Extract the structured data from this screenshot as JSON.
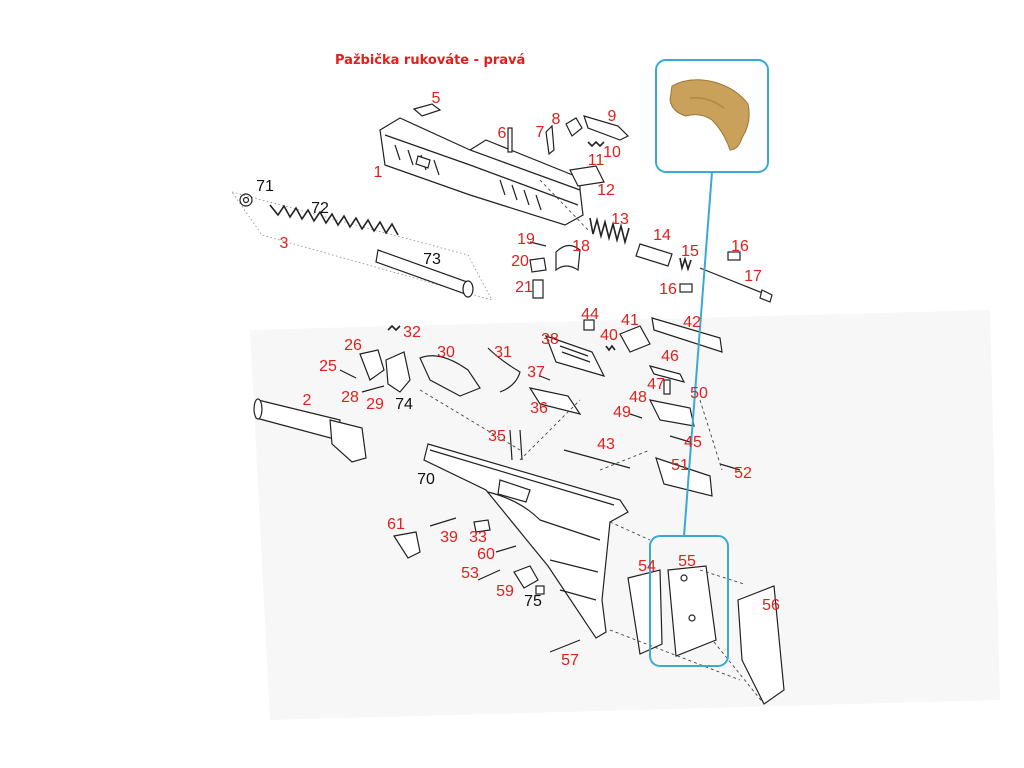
{
  "title": "Pažbička rukováte - pravá",
  "colors": {
    "label_red": "#e0201c",
    "label_black": "#111111",
    "highlight": "#3aa9d6",
    "part_photo": "#c9a15a"
  },
  "labels": [
    {
      "id": "5",
      "c": "red"
    },
    {
      "id": "6",
      "c": "red"
    },
    {
      "id": "7",
      "c": "red"
    },
    {
      "id": "8",
      "c": "red"
    },
    {
      "id": "9",
      "c": "red"
    },
    {
      "id": "10",
      "c": "red"
    },
    {
      "id": "11",
      "c": "red"
    },
    {
      "id": "12",
      "c": "red"
    },
    {
      "id": "1",
      "c": "red"
    },
    {
      "id": "71",
      "c": "black"
    },
    {
      "id": "72",
      "c": "black"
    },
    {
      "id": "3",
      "c": "red"
    },
    {
      "id": "73",
      "c": "black"
    },
    {
      "id": "13",
      "c": "red"
    },
    {
      "id": "14",
      "c": "red"
    },
    {
      "id": "15",
      "c": "red"
    },
    {
      "id": "16",
      "c": "red"
    },
    {
      "id": "17",
      "c": "red"
    },
    {
      "id": "16",
      "c": "red"
    },
    {
      "id": "18",
      "c": "red"
    },
    {
      "id": "19",
      "c": "red"
    },
    {
      "id": "20",
      "c": "red"
    },
    {
      "id": "21",
      "c": "red"
    },
    {
      "id": "44",
      "c": "red"
    },
    {
      "id": "41",
      "c": "red"
    },
    {
      "id": "42",
      "c": "red"
    },
    {
      "id": "40",
      "c": "red"
    },
    {
      "id": "38",
      "c": "red"
    },
    {
      "id": "32",
      "c": "red"
    },
    {
      "id": "26",
      "c": "red"
    },
    {
      "id": "30",
      "c": "red"
    },
    {
      "id": "31",
      "c": "red"
    },
    {
      "id": "25",
      "c": "red"
    },
    {
      "id": "28",
      "c": "red"
    },
    {
      "id": "29",
      "c": "red"
    },
    {
      "id": "74",
      "c": "black"
    },
    {
      "id": "37",
      "c": "red"
    },
    {
      "id": "36",
      "c": "red"
    },
    {
      "id": "46",
      "c": "red"
    },
    {
      "id": "47",
      "c": "red"
    },
    {
      "id": "48",
      "c": "red"
    },
    {
      "id": "50",
      "c": "red"
    },
    {
      "id": "49",
      "c": "red"
    },
    {
      "id": "2",
      "c": "red"
    },
    {
      "id": "35",
      "c": "red"
    },
    {
      "id": "43",
      "c": "red"
    },
    {
      "id": "45",
      "c": "red"
    },
    {
      "id": "51",
      "c": "red"
    },
    {
      "id": "52",
      "c": "red"
    },
    {
      "id": "70",
      "c": "black"
    },
    {
      "id": "61",
      "c": "red"
    },
    {
      "id": "39",
      "c": "red"
    },
    {
      "id": "33",
      "c": "red"
    },
    {
      "id": "60",
      "c": "red"
    },
    {
      "id": "53",
      "c": "red"
    },
    {
      "id": "59",
      "c": "red"
    },
    {
      "id": "75",
      "c": "black"
    },
    {
      "id": "54",
      "c": "red"
    },
    {
      "id": "55",
      "c": "red"
    },
    {
      "id": "56",
      "c": "red"
    },
    {
      "id": "57",
      "c": "red"
    }
  ]
}
